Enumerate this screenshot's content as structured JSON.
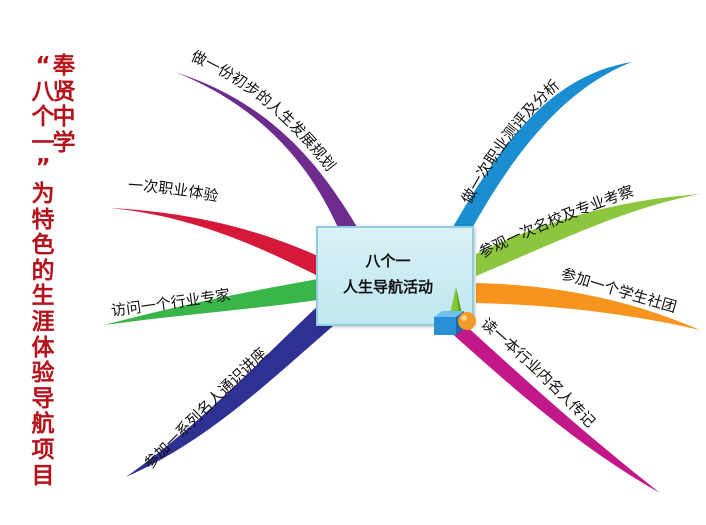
{
  "side_title": {
    "col1": [
      "奉",
      "贤",
      "中",
      "学"
    ],
    "col2": [
      "“",
      "八",
      "个",
      "一",
      "”",
      "为",
      "特",
      "色",
      "的",
      "生",
      "涯",
      "体",
      "验",
      "导",
      "航",
      "项",
      "目"
    ]
  },
  "center": {
    "line1": "八个一",
    "line2": "人生导航活动"
  },
  "branches": [
    {
      "label": "做一份初步的人生发展规划",
      "color": "#6f2c8f"
    },
    {
      "label": "一次职业体验",
      "color": "#d6193a"
    },
    {
      "label": "访问一个行业专家",
      "color": "#3ab54a"
    },
    {
      "label": "参加一系列名人通识讲座",
      "color": "#2e3192"
    },
    {
      "label": "做一次职业测评及分析",
      "color": "#1b8ed1"
    },
    {
      "label": "参观一次名校及专业考察",
      "color": "#8cc63f"
    },
    {
      "label": "参加一个学生社团",
      "color": "#f7941d"
    },
    {
      "label": "读一本行业内名人传记",
      "color": "#c2188a"
    }
  ]
}
